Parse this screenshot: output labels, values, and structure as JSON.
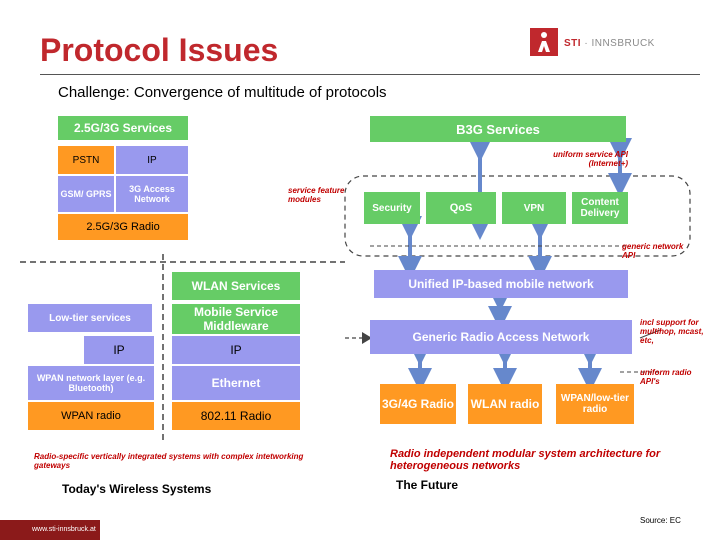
{
  "header": {
    "title": "Protocol Issues",
    "logo_text_brand": "STI",
    "logo_text_rest": " · INNSBRUCK",
    "subtitle": "Challenge:  Convergence of multitude of protocols"
  },
  "legacy": {
    "services_25g": "2.5G/3G Services",
    "pstn": "PSTN",
    "ip": "IP",
    "gsm_gprs": "GSM/ GPRS",
    "access_network_3g": "3G Access Network",
    "radio_25g": "2.5G/3G Radio",
    "service_feature_modules": "service feature modules"
  },
  "wlan_stack": {
    "wlan_services": "WLAN Services",
    "low_tier_services": "Low-tier services",
    "mobile_service_middleware": "Mobile Service Middleware",
    "ip_left": "IP",
    "ip_right": "IP",
    "wpan_network_layer": "WPAN network layer (e.g. Bluetooth)",
    "ethernet": "Ethernet",
    "wpan_radio": "WPAN radio",
    "radio_80211": "802.11 Radio",
    "caption_note": "Radio-specific vertically integrated systems with complex intetworking gateways",
    "caption_title": "Today's Wireless Systems"
  },
  "future": {
    "b3g_services": "B3G Services",
    "uniform_service_api": "uniform service API (Internet+)",
    "security": "Security",
    "qos": "QoS",
    "vpn": "VPN",
    "content_delivery": "Content Delivery",
    "generic_network_api": "generic network API",
    "unified_network": "Unified IP-based mobile network",
    "generic_radio_access": "Generic Radio Access Network",
    "incl_support": "incl support for multihop, mcast, etc,",
    "uniform_radio_api": "uniform radio API's",
    "radio_3g4g": "3G/4G Radio",
    "wlan_radio": "WLAN radio",
    "wpan_lowtier_radio": "WPAN/low-tier radio",
    "caption_note": "Radio independent modular system architecture for heterogeneous networks",
    "caption_title": "The Future"
  },
  "footer": {
    "url": "www.sti-innsbruck.at",
    "source": "Source: EC"
  },
  "colors": {
    "green": "#66cc66",
    "purple": "#9999ee",
    "orange": "#ff9922",
    "title_red": "#c0282d",
    "arrow_blue": "#6688cc"
  }
}
